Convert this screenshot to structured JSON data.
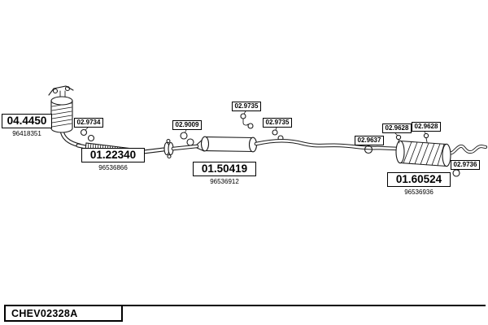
{
  "footer": {
    "code": "CHEV02328A"
  },
  "parts": [
    {
      "code": "04.4450",
      "ref": "96418351"
    },
    {
      "code": "01.22340",
      "ref": "96536866"
    },
    {
      "code": "01.50419",
      "ref": "96536912"
    },
    {
      "code": "01.60524",
      "ref": "96536936"
    }
  ],
  "clamps": [
    {
      "code": "02.9734"
    },
    {
      "code": "02.9009"
    },
    {
      "code": "02.9735"
    },
    {
      "code": "02.9735"
    },
    {
      "code": "02.9637"
    },
    {
      "code": "02.9628"
    },
    {
      "code": "02.9628"
    },
    {
      "code": "02.9736"
    }
  ],
  "colors": {
    "line": "#1a1a1a",
    "background": "#ffffff"
  }
}
